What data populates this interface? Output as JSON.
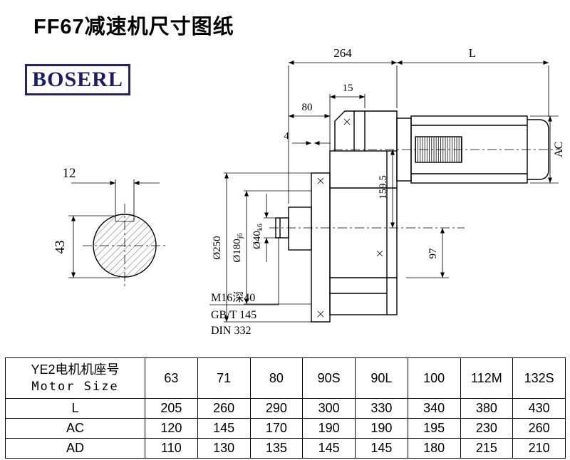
{
  "page": {
    "title": "FF67减速机尺寸图纸",
    "logo_text": "BOSERL",
    "logo_text_color": "#1c1a6b",
    "logo_border_color": "#2a2268",
    "line_color": "#000000"
  },
  "drawing": {
    "dims": {
      "top_width": "264",
      "motor_length": "L",
      "face_offset": "15",
      "cover_offset": "80",
      "step": "4",
      "motor_height": "AC",
      "axis_distance": "159.5",
      "foot_height": "97",
      "flange_od": "Ø250",
      "spigot_d": "Ø180",
      "spigot_tol": "j6",
      "shaft_d": "Ø40",
      "shaft_tol": "k6",
      "key_width": "12",
      "key_depth": "43"
    },
    "notes": [
      "M16深40",
      "GB/T 145",
      "DIN 332"
    ]
  },
  "table": {
    "header_cn": "YE2电机机座号",
    "header_en": "Motor Size",
    "sizes": [
      "63",
      "71",
      "80",
      "90S",
      "90L",
      "100",
      "112M",
      "132S"
    ],
    "rows": [
      {
        "label": "L",
        "values": [
          "205",
          "260",
          "290",
          "300",
          "330",
          "340",
          "380",
          "430"
        ]
      },
      {
        "label": "AC",
        "values": [
          "120",
          "145",
          "170",
          "190",
          "190",
          "195",
          "230",
          "260"
        ]
      },
      {
        "label": "AD",
        "values": [
          "110",
          "130",
          "135",
          "145",
          "145",
          "180",
          "215",
          "210"
        ]
      }
    ]
  }
}
